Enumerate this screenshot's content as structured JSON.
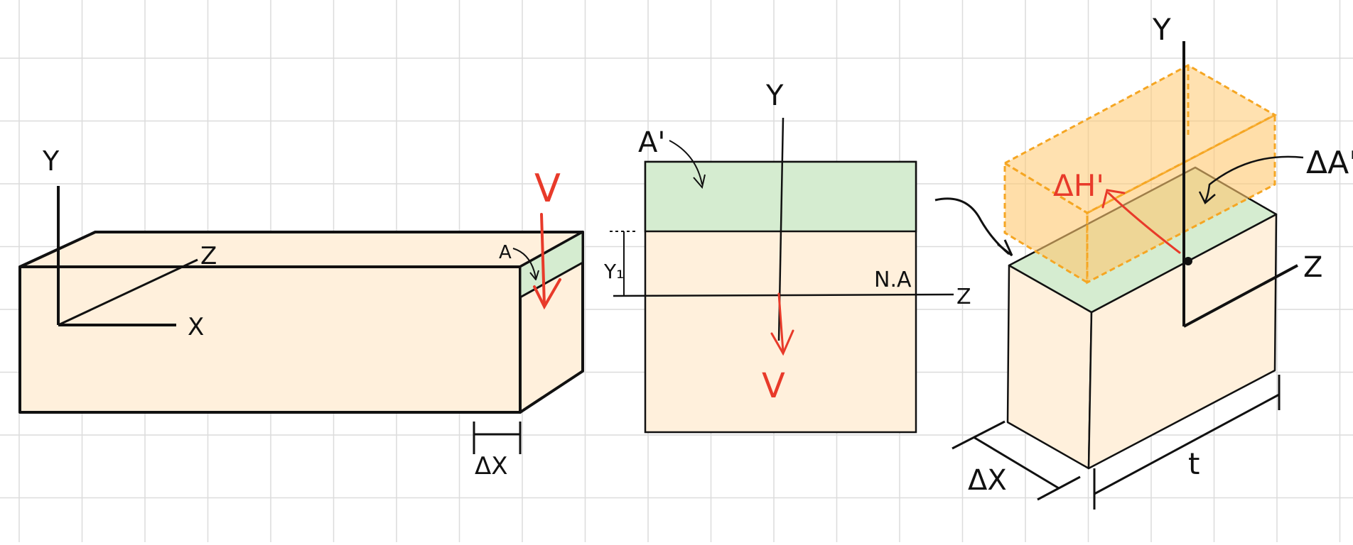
{
  "colors": {
    "grid": "#dcdcdc",
    "beam_fill": "#fff0dc",
    "shear_area_fill": "#d5ecd0",
    "prism_fill": "#ffc870",
    "prism_stroke": "#f5a623",
    "overlap_fill": "#d6c877",
    "red": "#e83a2a",
    "ink": "#111111"
  },
  "beam": {
    "axis_y": "Y",
    "axis_z": "Z",
    "axis_x": "X",
    "area": "A",
    "shear": "V",
    "width": "ΔX"
  },
  "section": {
    "area": "A'",
    "axis_y": "Y",
    "distance": "Y₁",
    "neutral_axis": "N.A",
    "axis_z": "Z",
    "shear": "V"
  },
  "element": {
    "axis_y": "Y",
    "axis_z": "Z",
    "shear_force": "ΔH'",
    "area": "ΔA'",
    "width": "ΔX",
    "thickness": "t"
  }
}
